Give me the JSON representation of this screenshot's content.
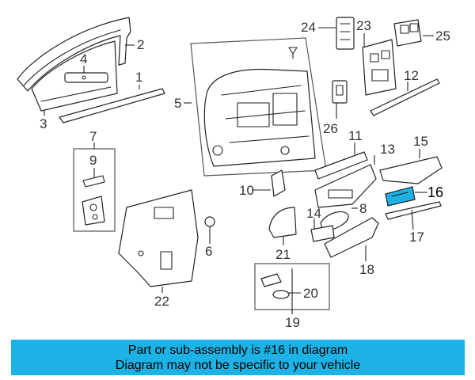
{
  "callouts": {
    "c1": "1",
    "c2": "2",
    "c3": "3",
    "c4": "4",
    "c5": "5",
    "c6": "6",
    "c7": "7",
    "c8": "8",
    "c9": "9",
    "c10": "10",
    "c11": "11",
    "c12": "12",
    "c13": "13",
    "c14": "14",
    "c15": "15",
    "c16": "16",
    "c17": "17",
    "c18": "18",
    "c19": "19",
    "c20": "20",
    "c21": "21",
    "c22": "22",
    "c23": "23",
    "c24": "24",
    "c25": "25",
    "c26": "26"
  },
  "highlighted_part": "16",
  "highlight_color": "#1cb2e6",
  "banner": {
    "line1": "Part or sub-assembly is #16 in diagram",
    "line2": "Diagram may not be specific to your vehicle",
    "background": "#1cb2e6"
  }
}
